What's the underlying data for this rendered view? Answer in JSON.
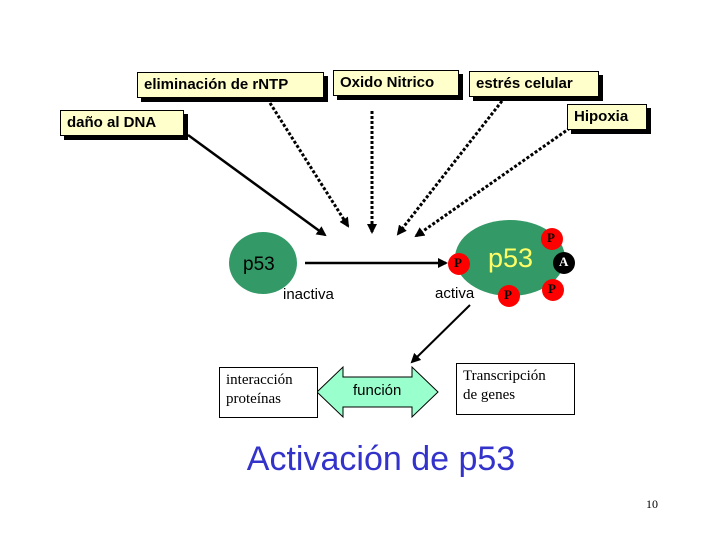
{
  "stimuli": {
    "rntp": "eliminación de rNTP",
    "no": "Oxido Nitrico",
    "stress": "estrés celular",
    "dna": "daño al DNA",
    "hypoxia": "Hipoxia"
  },
  "p53_inactive": {
    "label": "p53",
    "state": "inactiva"
  },
  "p53_active": {
    "label": "p53",
    "state": "activa",
    "phospho_mark": "P",
    "acetyl_mark": "A"
  },
  "outcomes": {
    "interaction_lines": [
      "interacción",
      "proteínas"
    ],
    "function": "función",
    "transcription_lines": [
      "Transcripción",
      "de genes"
    ]
  },
  "title": "Activación de p53",
  "page_number": "10",
  "colors": {
    "p53_fill": "#339966",
    "stimulus_fill": "#ffffcc",
    "function_arrow_fill": "#99ffcc",
    "phospho_fill": "#ff0000",
    "acetyl_fill": "#000000",
    "title_color": "#3333cc"
  }
}
